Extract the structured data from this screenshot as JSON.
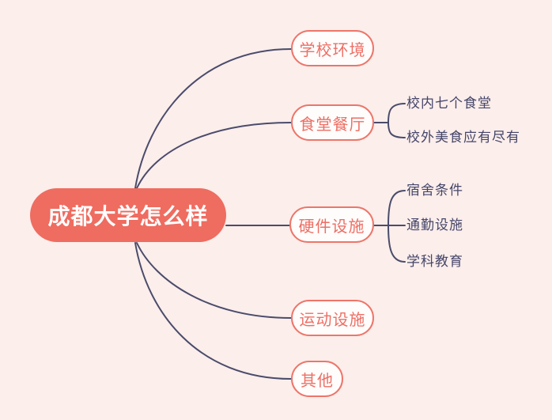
{
  "palette": {
    "background": "#FBEEEB",
    "root_fill": "#EF6C60",
    "root_text": "#FFFFFF",
    "branch_border": "#EE7569",
    "branch_text": "#ED6F65",
    "branch_fill": "#FFFDFC",
    "connector_line": "#4B4B6B",
    "child_text": "#45456A"
  },
  "mindmap": {
    "root": {
      "label": "成都大学怎么样"
    },
    "branches": [
      {
        "label": "学校环境",
        "children": []
      },
      {
        "label": "食堂餐厅",
        "children": [
          "校内七个食堂",
          "校外美食应有尽有"
        ]
      },
      {
        "label": "硬件设施",
        "children": [
          "宿舍条件",
          "通勤设施",
          "学科教育"
        ]
      },
      {
        "label": "运动设施",
        "children": []
      },
      {
        "label": "其他",
        "children": []
      }
    ]
  }
}
